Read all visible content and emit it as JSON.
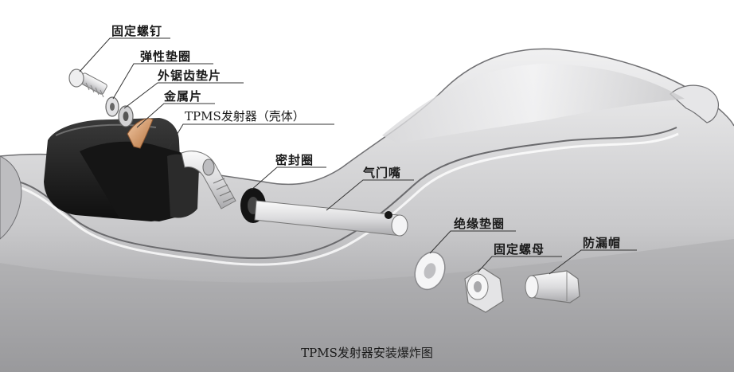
{
  "labels": {
    "fixing_screw": "固定螺钉",
    "spring_washer": "弹性垫圈",
    "serrated_washer": "外锯齿垫片",
    "metal_plate": "金属片",
    "transmitter_housing": "TPMS发射器（壳体）",
    "seal_ring": "密封圈",
    "valve_stem": "气门嘴",
    "insulating_washer": "绝缘垫圈",
    "fixing_nut": "固定螺母",
    "leak_cap": "防漏帽"
  },
  "caption": "TPMS发射器安装爆炸图",
  "colors": {
    "rim": "#d6d6d8",
    "rim_dark": "#8e8e90",
    "housing": "#1c1c1c",
    "metal": "#e9e9eb",
    "copper": "#c8875a"
  }
}
